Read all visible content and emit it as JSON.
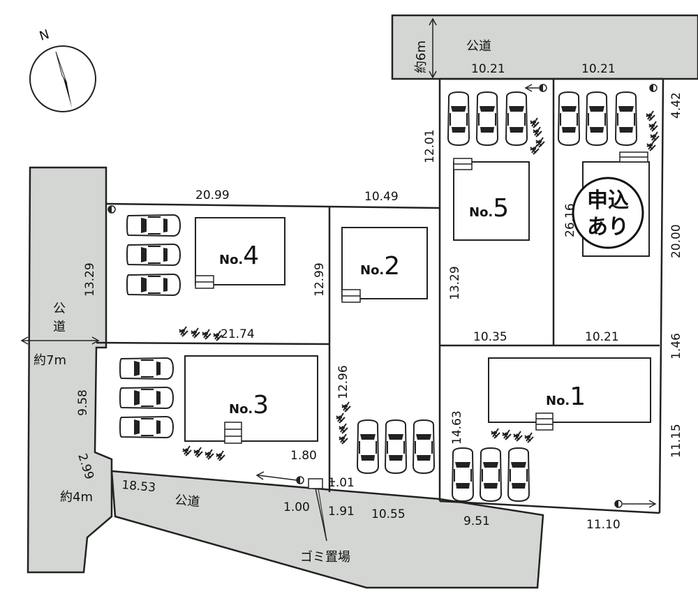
{
  "compass": {
    "north_label": "N"
  },
  "roads": {
    "north": {
      "label": "公道",
      "width": "約6m"
    },
    "west": {
      "label_top": "公",
      "label_bottom": "道",
      "width": "約7m"
    },
    "south": {
      "label": "公道",
      "width": "約4m"
    }
  },
  "lots": [
    {
      "id": "lot-1",
      "prefix": "No.",
      "num": "1"
    },
    {
      "id": "lot-2",
      "prefix": "No.",
      "num": "2"
    },
    {
      "id": "lot-3",
      "prefix": "No.",
      "num": "3"
    },
    {
      "id": "lot-4",
      "prefix": "No.",
      "num": "4"
    },
    {
      "id": "lot-5",
      "prefix": "No.",
      "num": "5"
    }
  ],
  "stamp": {
    "line1": "申込",
    "line2": "あり"
  },
  "dimensions": {
    "n5_top": "10.21",
    "n6_top": "10.21",
    "d_12_01": "12.01",
    "d_4_42": "4.42",
    "n4_top": "20.99",
    "n2_top": "10.49",
    "d_26_16": "26.16",
    "d_20_00": "20.00",
    "d_13_29_w": "13.29",
    "d_12_99": "12.99",
    "d_13_29_c": "13.29",
    "d_21_74": "21.74",
    "d_10_35": "10.35",
    "d_10_21_mid": "10.21",
    "d_1_46": "1.46",
    "d_9_58": "9.58",
    "d_12_96": "12.96",
    "d_14_63": "14.63",
    "d_11_15": "11.15",
    "d_2_99": "2.99",
    "d_18_53": "18.53",
    "d_1_80": "1.80",
    "d_1_01": "1.01",
    "d_1_00": "1.00",
    "d_1_91": "1.91",
    "d_10_55": "10.55",
    "d_9_51": "9.51",
    "d_11_10": "11.10"
  },
  "garbage": {
    "label": "ゴミ置場"
  },
  "icons": [
    "compass-icon",
    "car-icon",
    "tree-icon",
    "utility-meter-icon",
    "arrow-icon"
  ]
}
